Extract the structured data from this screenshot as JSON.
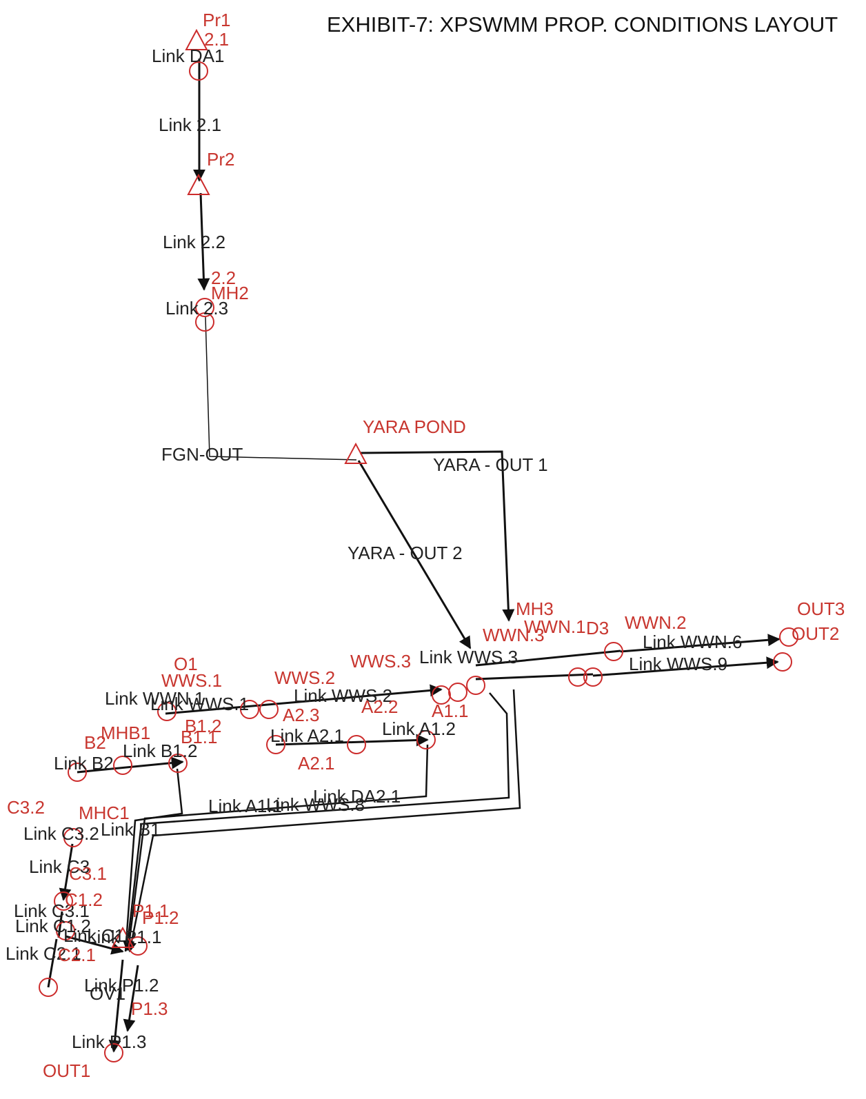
{
  "title": "EXHIBIT-7: XPSWMM PROP. CONDITIONS LAYOUT",
  "colors": {
    "node": "#cc2b2b",
    "link": "#111111",
    "background": "#ffffff"
  },
  "node_labels": [
    "Pr1",
    "2.1",
    "Pr2",
    "2.2",
    "MH2",
    "YARA POND",
    "MH3",
    "WWN.1",
    "WWN.3",
    "D3",
    "WWN.2",
    "OUT3",
    "OUT2",
    "O1",
    "WWS.1",
    "WWS.2",
    "WWS.3",
    "A2.3",
    "A2.2",
    "A1.1",
    "A2.1",
    "B1.2",
    "B1.1",
    "B2",
    "MHB1",
    "C3.2",
    "MHC1",
    "C3.1",
    "C1.2",
    "C2.1",
    "P1.1",
    "P1.2",
    "P1.3",
    "OUT1"
  ],
  "link_labels": [
    "Link DA1",
    "Link 2.1",
    "Link 2.2",
    "Link 2.3",
    "FGN-OUT",
    "YARA - OUT 1",
    "YARA - OUT 2",
    "Link WWN.6",
    "Link WWS.9",
    "Link WWS.3",
    "Link WWN.1",
    "Link WWS.1",
    "Link WWS.2",
    "Link A2.1",
    "Link A1.2",
    "Link B1.2",
    "Link B2",
    "Link A1.1",
    "Link DA2.1",
    "Link WWS.8",
    "Link B1",
    "Link C3.2",
    "Link C3",
    "Link C3.1",
    "Link C1.2",
    "Link C1",
    "Link C2.1",
    "Link P1.1",
    "Link P1.2",
    "Link P1.3",
    "OV1"
  ]
}
